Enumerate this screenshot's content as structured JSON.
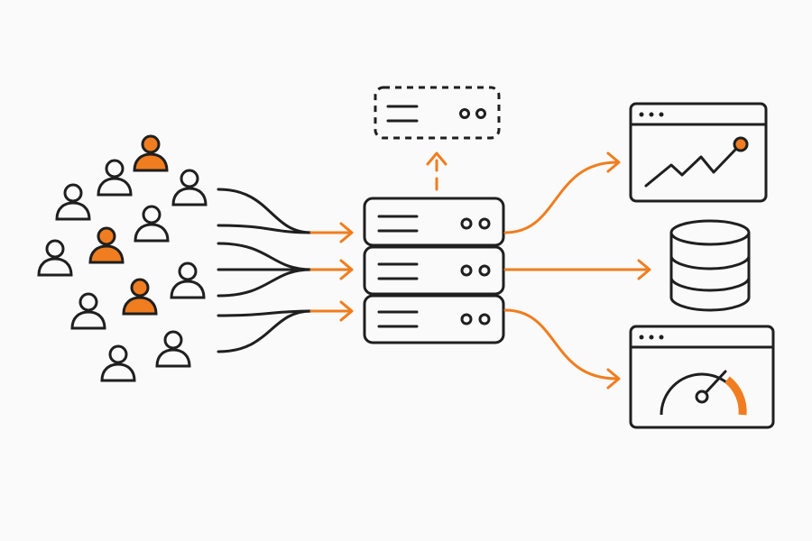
{
  "colors": {
    "ink": "#1f1f1f",
    "accent": "#f07d1f",
    "background": "#fafafa"
  },
  "users": {
    "total": 12,
    "highlighted": 3
  },
  "icons": {
    "users": "user-icon",
    "highlighted_users": "user-highlighted-icon",
    "servers": "server-rack-icon",
    "new_server": "dashed-server-icon",
    "analytics": "line-chart-window-icon",
    "storage": "database-icon",
    "monitoring": "gauge-window-icon"
  },
  "servers": {
    "active": 3,
    "provisioning": 1
  },
  "outputs": [
    "analytics",
    "storage",
    "monitoring"
  ]
}
